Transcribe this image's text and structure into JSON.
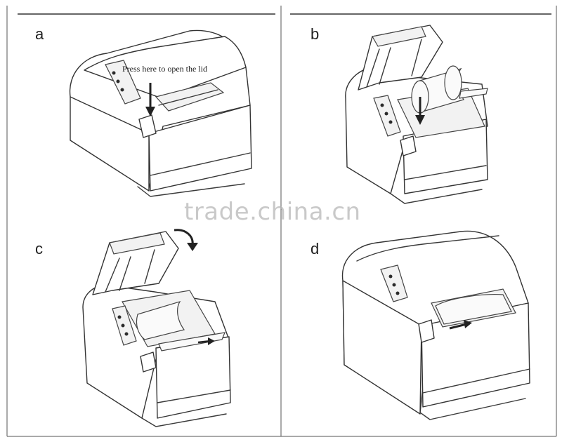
{
  "panels": [
    {
      "letter": "a"
    },
    {
      "letter": "b"
    },
    {
      "letter": "c"
    },
    {
      "letter": "d"
    }
  ],
  "callout_text": "Press here to open the lid",
  "watermark": "trade.china.cn",
  "icons": [
    "printer-illustration",
    "down-arrow-icon",
    "rotate-arrow-icon",
    "right-arrow-icon",
    "paper-roll"
  ]
}
